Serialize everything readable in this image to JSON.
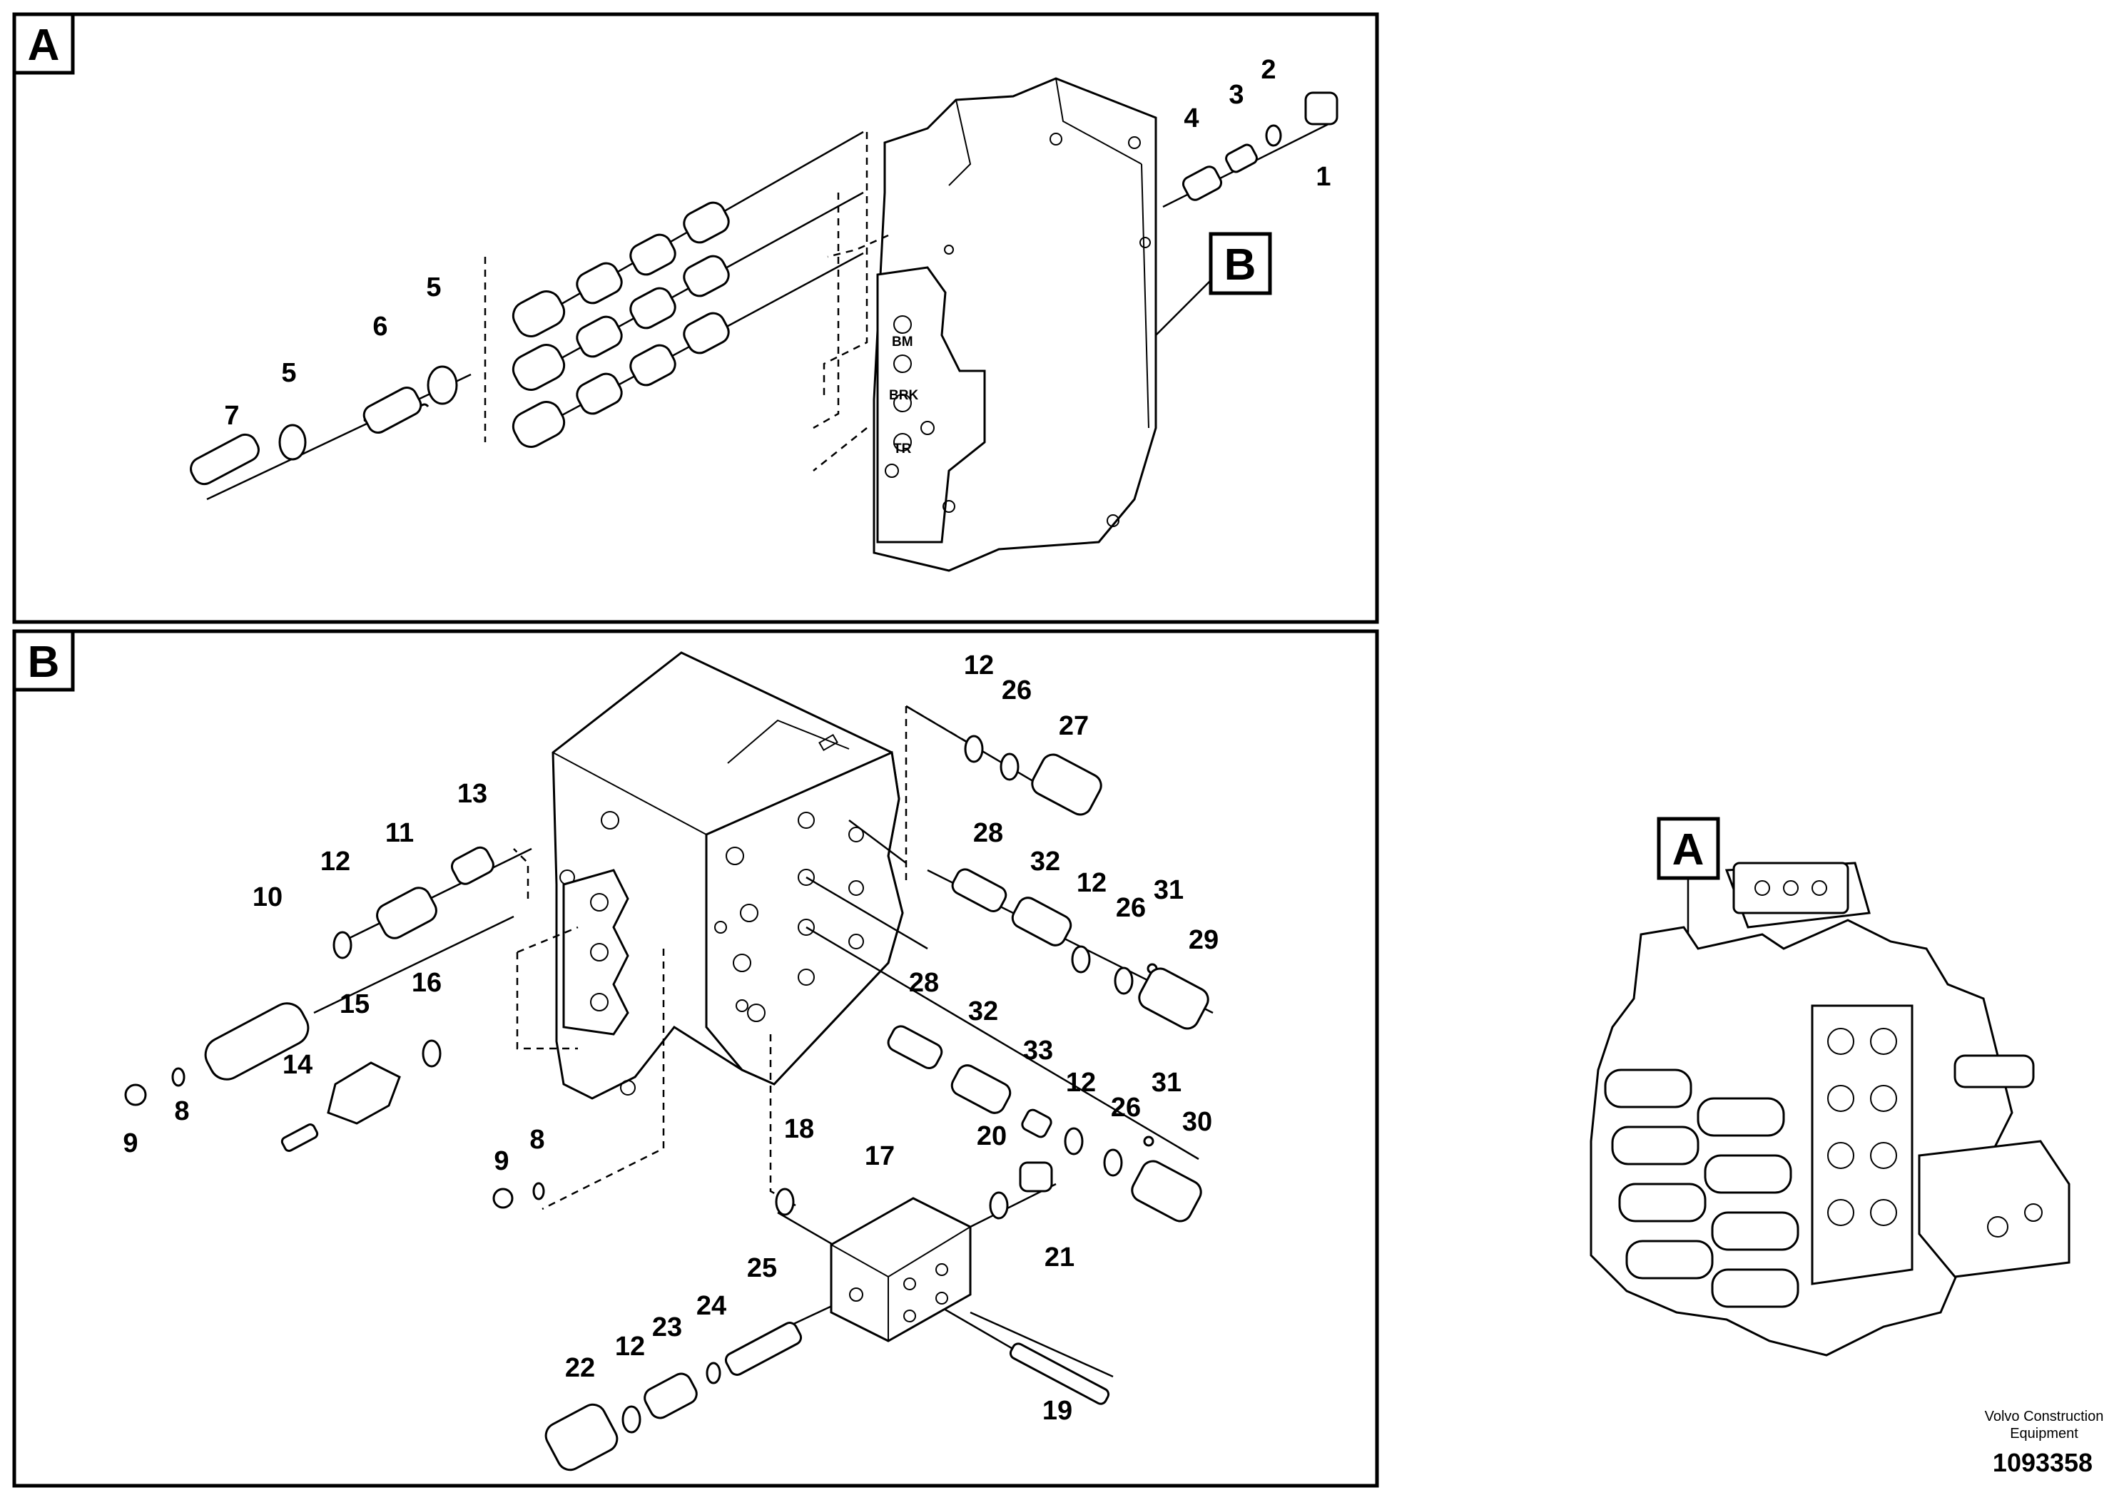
{
  "sections": {
    "a": {
      "label": "A"
    },
    "b": {
      "label": "B"
    }
  },
  "inset": {
    "label": "A"
  },
  "detail_ref": {
    "label": "B"
  },
  "ports": [
    "BM",
    "BRK",
    "TR"
  ],
  "callouts_a": [
    "1",
    "2",
    "3",
    "4",
    "5",
    "5",
    "6",
    "7"
  ],
  "callouts_b": [
    "12",
    "26",
    "27",
    "28",
    "32",
    "12",
    "26",
    "31",
    "29",
    "13",
    "11",
    "12",
    "10",
    "15",
    "16",
    "14",
    "9",
    "8",
    "28",
    "32",
    "33",
    "12",
    "26",
    "31",
    "30",
    "9",
    "8",
    "18",
    "17",
    "20",
    "21",
    "25",
    "24",
    "23",
    "12",
    "22",
    "19"
  ],
  "footer": {
    "brand_line1": "Volvo Construction",
    "brand_line2": "Equipment",
    "doc_number": "1093358"
  }
}
